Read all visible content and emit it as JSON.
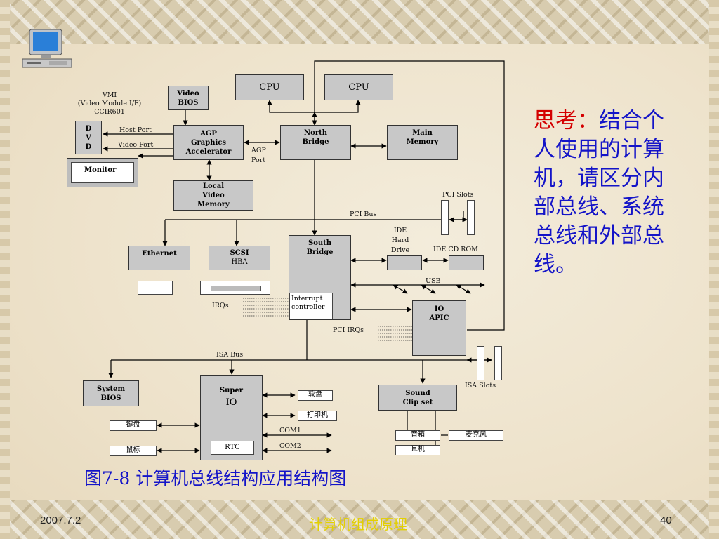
{
  "diagram": {
    "cpu1": "CPU",
    "cpu2": "CPU",
    "video_bios": [
      "Video",
      "BIOS"
    ],
    "vmi": [
      "VMI",
      "(Video Module I/F)",
      "CCIR601"
    ],
    "dvd": [
      "D",
      "V",
      "D"
    ],
    "host_port": "Host Port",
    "video_port": "Video Port",
    "monitor": "Monitor",
    "agp": [
      "AGP",
      "Graphics",
      "Accelerator"
    ],
    "agp_port": [
      "AGP",
      "Port"
    ],
    "north_bridge": [
      "North",
      "Bridge"
    ],
    "main_memory": [
      "Main",
      "Memory"
    ],
    "local_video_memory": [
      "Local",
      "Video",
      "Memory"
    ],
    "pci_slots": "PCI Slots",
    "pci_bus": "PCI Bus",
    "ethernet": "Ethernet",
    "scsi": [
      "SCSI",
      "HBA"
    ],
    "south_bridge": [
      "South",
      "Bridge"
    ],
    "ide_hard_drive": [
      "IDE",
      "Hard",
      "Drive"
    ],
    "ide_cd_rom": "IDE CD ROM",
    "usb": "USB",
    "irqs": "IRQs",
    "interrupt_controller": [
      "Interrupt",
      "controller"
    ],
    "io_apic": [
      "IO",
      "APIC"
    ],
    "pci_irqs": "PCI IRQs",
    "isa_bus": "ISA Bus",
    "isa_slots": "ISA Slots",
    "system_bios": [
      "System",
      "BIOS"
    ],
    "super_io": [
      "Super",
      "IO"
    ],
    "floppy": "软盘",
    "printer": "打印机",
    "keyboard": "键盘",
    "mouse": "鼠标",
    "com1": "COM1",
    "com2": "COM2",
    "rtc": "RTC",
    "sound": [
      "Sound",
      "Clip set"
    ],
    "speaker": "音箱",
    "microphone": "麦克风",
    "headphone": "耳机"
  },
  "side_note": {
    "head": "思考：",
    "body": "结合个人使用的计算机，请区分内部总线、系统总线和外部总线。"
  },
  "caption": "图7-8 计算机总线结构应用结构图",
  "footer": {
    "date": "2007.7.2",
    "center": "计算机组成原理",
    "page": "40"
  },
  "colors": {
    "note_head": "#d40000",
    "note_body": "#1414c8",
    "caption": "#1414c8",
    "footer_center": "#e3d000"
  }
}
